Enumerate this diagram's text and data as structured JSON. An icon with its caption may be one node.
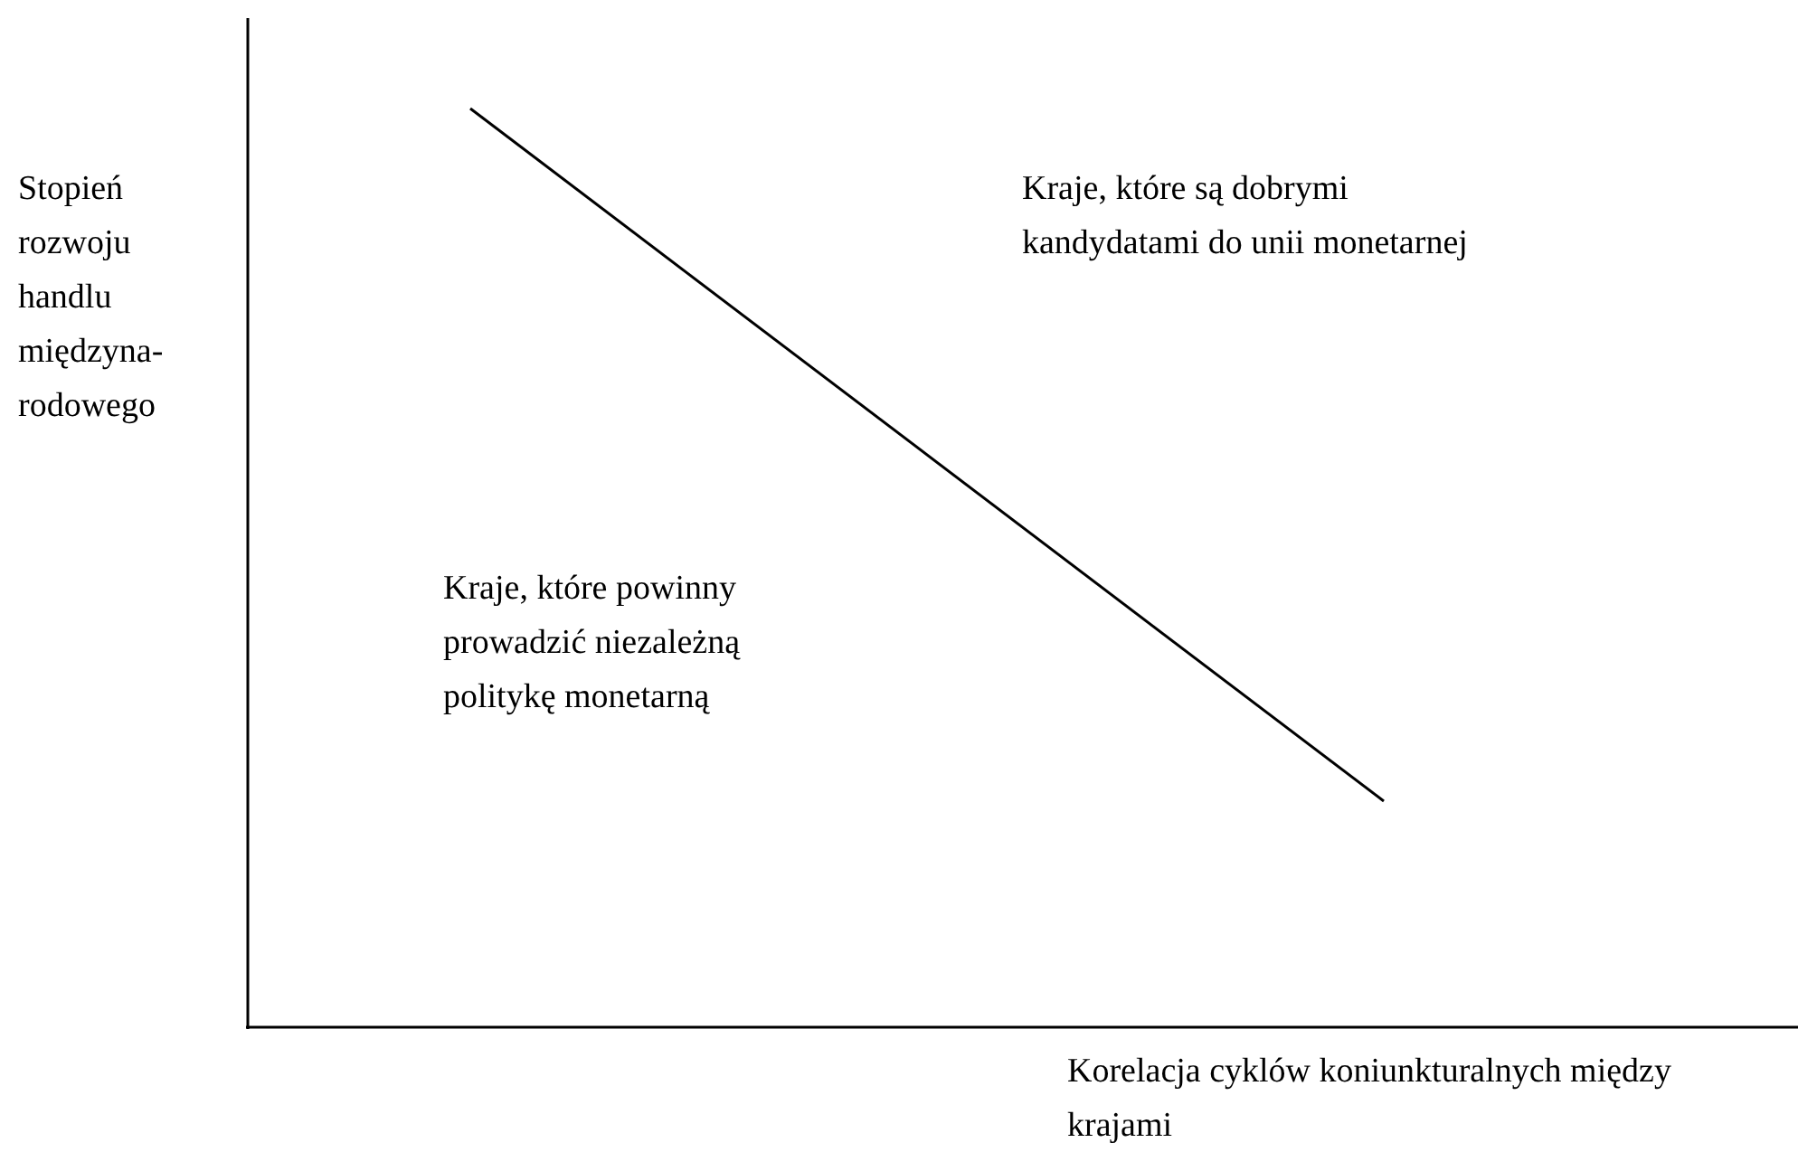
{
  "diagram": {
    "labels": [
      "Stopień rozwoju handlu międzyna-rodowego",
      "Kraje, które są dobrymi kandydatami do unii monetarnej",
      "Kraje, które powinny prowadzić niezależną politykę monetarną",
      "Korelacja cyklów koniunkturalnych między krajami"
    ]
  }
}
